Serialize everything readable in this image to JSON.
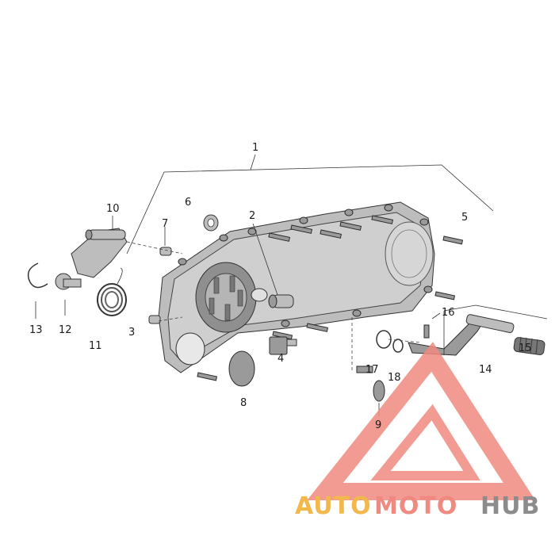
{
  "diagram": {
    "callouts": [
      "1",
      "2",
      "3",
      "4",
      "5",
      "6",
      "7",
      "8",
      "9",
      "10",
      "11",
      "12",
      "13",
      "14",
      "15",
      "16",
      "17",
      "18"
    ]
  },
  "watermark": {
    "auto": "AUTO",
    "moto": "MOTO",
    "hub": "HUB",
    "colors": {
      "auto": "#f2b84b",
      "moto": "#f08a80",
      "hub": "#8c8c8c",
      "triangle": "#f08a80"
    }
  }
}
